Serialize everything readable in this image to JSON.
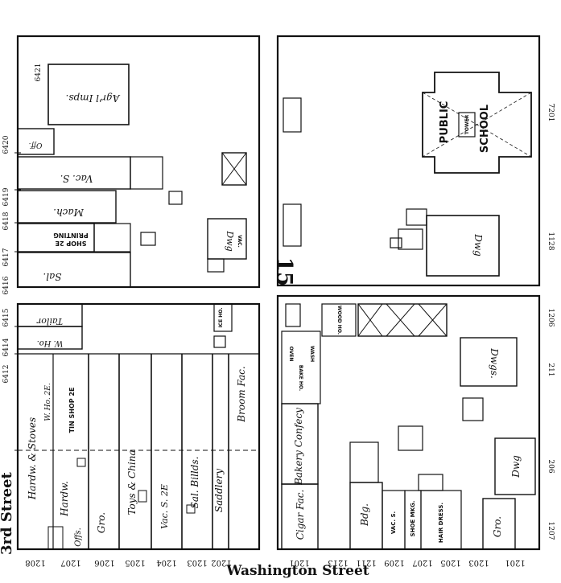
{
  "streets": {
    "bottom": "Washington Street",
    "left": "3rd Street"
  },
  "block_number": "15",
  "labels": {
    "agri_imps": "Agr'l Imps.",
    "off": "Off.",
    "vac_s_top": "Vac. S.",
    "mach": "Mach.",
    "printing": "PRINTING",
    "shop_2e_top": "SHOP 2E",
    "sal_top": "Sal.",
    "dwg_vac": "Dwg",
    "vac_small": "VAC.",
    "tailor": "Tailor",
    "w_ho": "W. Ho.",
    "ice_ho": "ICE HO.",
    "hardw_stoves": "Hardw. & Stoves",
    "w_ho_2e": "W. Ho. 2E.",
    "tin_shop": "TIN SHOP 2E",
    "hardw": "Hardw.",
    "gro_left": "Gro.",
    "toys_china": "Toys & China",
    "vac_s_2e": "Vac. S. 2E",
    "sal_billds": "Sal. Billds.",
    "saddlery": "Saddlery",
    "broom_fac": "Broom Fac.",
    "offs": "Offs.",
    "cigar_fac": "Cigar Fac.",
    "bakery": "Bakery Confecy",
    "bdg": "Bdg.",
    "vac_s_mid": "VAC. S.",
    "shoe_mkg": "SHOE MKG.",
    "hair_dress": "HAIR DRESS.",
    "gro_right": "Gro.",
    "dwg_right": "Dwg",
    "dwgs": "Dwgs.",
    "public": "PUBLIC",
    "school": "SCHOOL",
    "tower": "TOWER",
    "dwg_school": "Dwg",
    "wood_ho": "WOOD HO.",
    "oven": "OVEN",
    "bake_ho": "BAKE HO.",
    "wash": "WASH"
  },
  "address_numbers": {
    "bottom": [
      "1208",
      "1207",
      "1206",
      "1205",
      "1204",
      "1203",
      "1202",
      "1201",
      "1213",
      "1211",
      "1209",
      "1207",
      "1205",
      "1203",
      "1201"
    ],
    "top_left": [
      "6412",
      "6414",
      "6415",
      "6416",
      "6417",
      "6418",
      "6419",
      "6420",
      "6421"
    ],
    "right_side": [
      "7201",
      "1128",
      "206",
      "211",
      "1206",
      "1207"
    ]
  }
}
